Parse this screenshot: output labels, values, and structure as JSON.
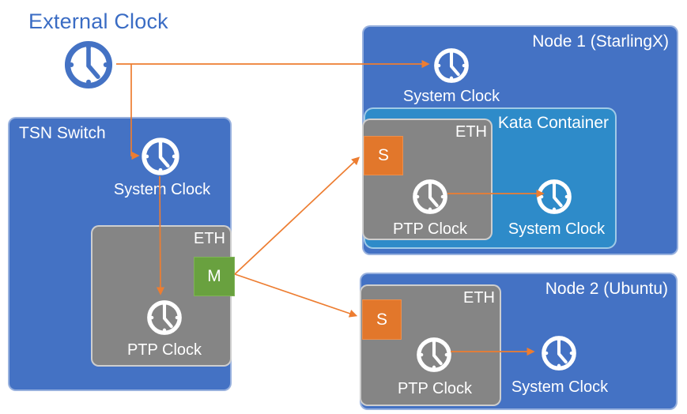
{
  "diagram": {
    "title": "External Clock",
    "tsn": {
      "label": "TSN Switch",
      "system_clock": "System Clock",
      "eth": "ETH",
      "role_badge": "M",
      "ptp_clock": "PTP Clock"
    },
    "node1": {
      "label": "Node 1 (StarlingX)",
      "system_clock": "System Clock",
      "kata": {
        "label": "Kata Container",
        "system_clock": "System Clock"
      },
      "eth": "ETH",
      "role_badge": "S",
      "ptp_clock": "PTP Clock"
    },
    "node2": {
      "label": "Node 2 (Ubuntu)",
      "eth": "ETH",
      "role_badge": "S",
      "ptp_clock": "PTP Clock",
      "system_clock": "System Clock"
    },
    "colors": {
      "node_blue": "#4472c4",
      "kata_blue": "#2e8bc9",
      "eth_gray": "#858585",
      "master_green": "#69a13f",
      "slave_orange": "#e2772b",
      "arrow_orange": "#ed7d31",
      "title_blue": "#3a6cc4"
    },
    "connections": [
      {
        "from": "external-clock",
        "to": "node1-system-clock"
      },
      {
        "from": "external-clock",
        "to": "tsn-system-clock"
      },
      {
        "from": "tsn-system-clock",
        "to": "tsn-ptp-clock"
      },
      {
        "from": "tsn-master-port",
        "to": "node1-slave-port"
      },
      {
        "from": "tsn-master-port",
        "to": "node2-slave-port"
      },
      {
        "from": "node1-ptp-clock",
        "to": "kata-system-clock"
      },
      {
        "from": "node2-ptp-clock",
        "to": "node2-system-clock"
      }
    ]
  }
}
